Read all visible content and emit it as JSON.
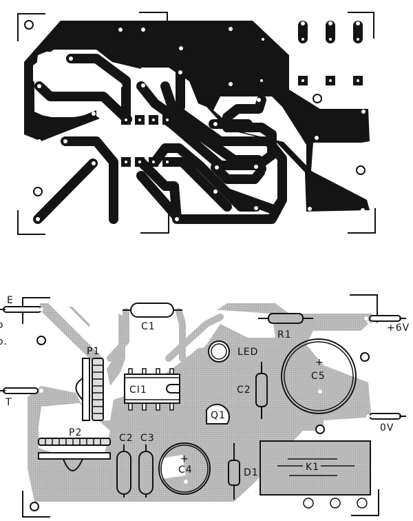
{
  "copper_side": {
    "description": "PCB copper trace layout (solder side)",
    "trace_color": "#141414",
    "background": "#ffffff",
    "ic_pads_top": 4,
    "ic_pads_bottom": 4,
    "relay_pads_top": 3,
    "relay_pads_bottom": 3
  },
  "component_side": {
    "description": "Component placement layout",
    "trace_color": "#b4b4b4",
    "outline_color": "#111111",
    "components": {
      "c1": "C1",
      "ci1": "CI1",
      "p1": "P1",
      "p2": "P2",
      "c2a": "C2",
      "c3": "C3",
      "c4": "C4",
      "c4_pol": "+",
      "led": "LED",
      "c2b": "C2",
      "q1": "Q1",
      "r1": "R1",
      "c5": "C5",
      "c5_pol": "+",
      "d1": "D1",
      "k1": "K1"
    },
    "terminals": {
      "e": "E",
      "t": "T",
      "plus6v": "+6V",
      "zero_v": "0V"
    },
    "margin_marks": {
      "left_top": "o",
      "left_bottom": "o."
    }
  }
}
